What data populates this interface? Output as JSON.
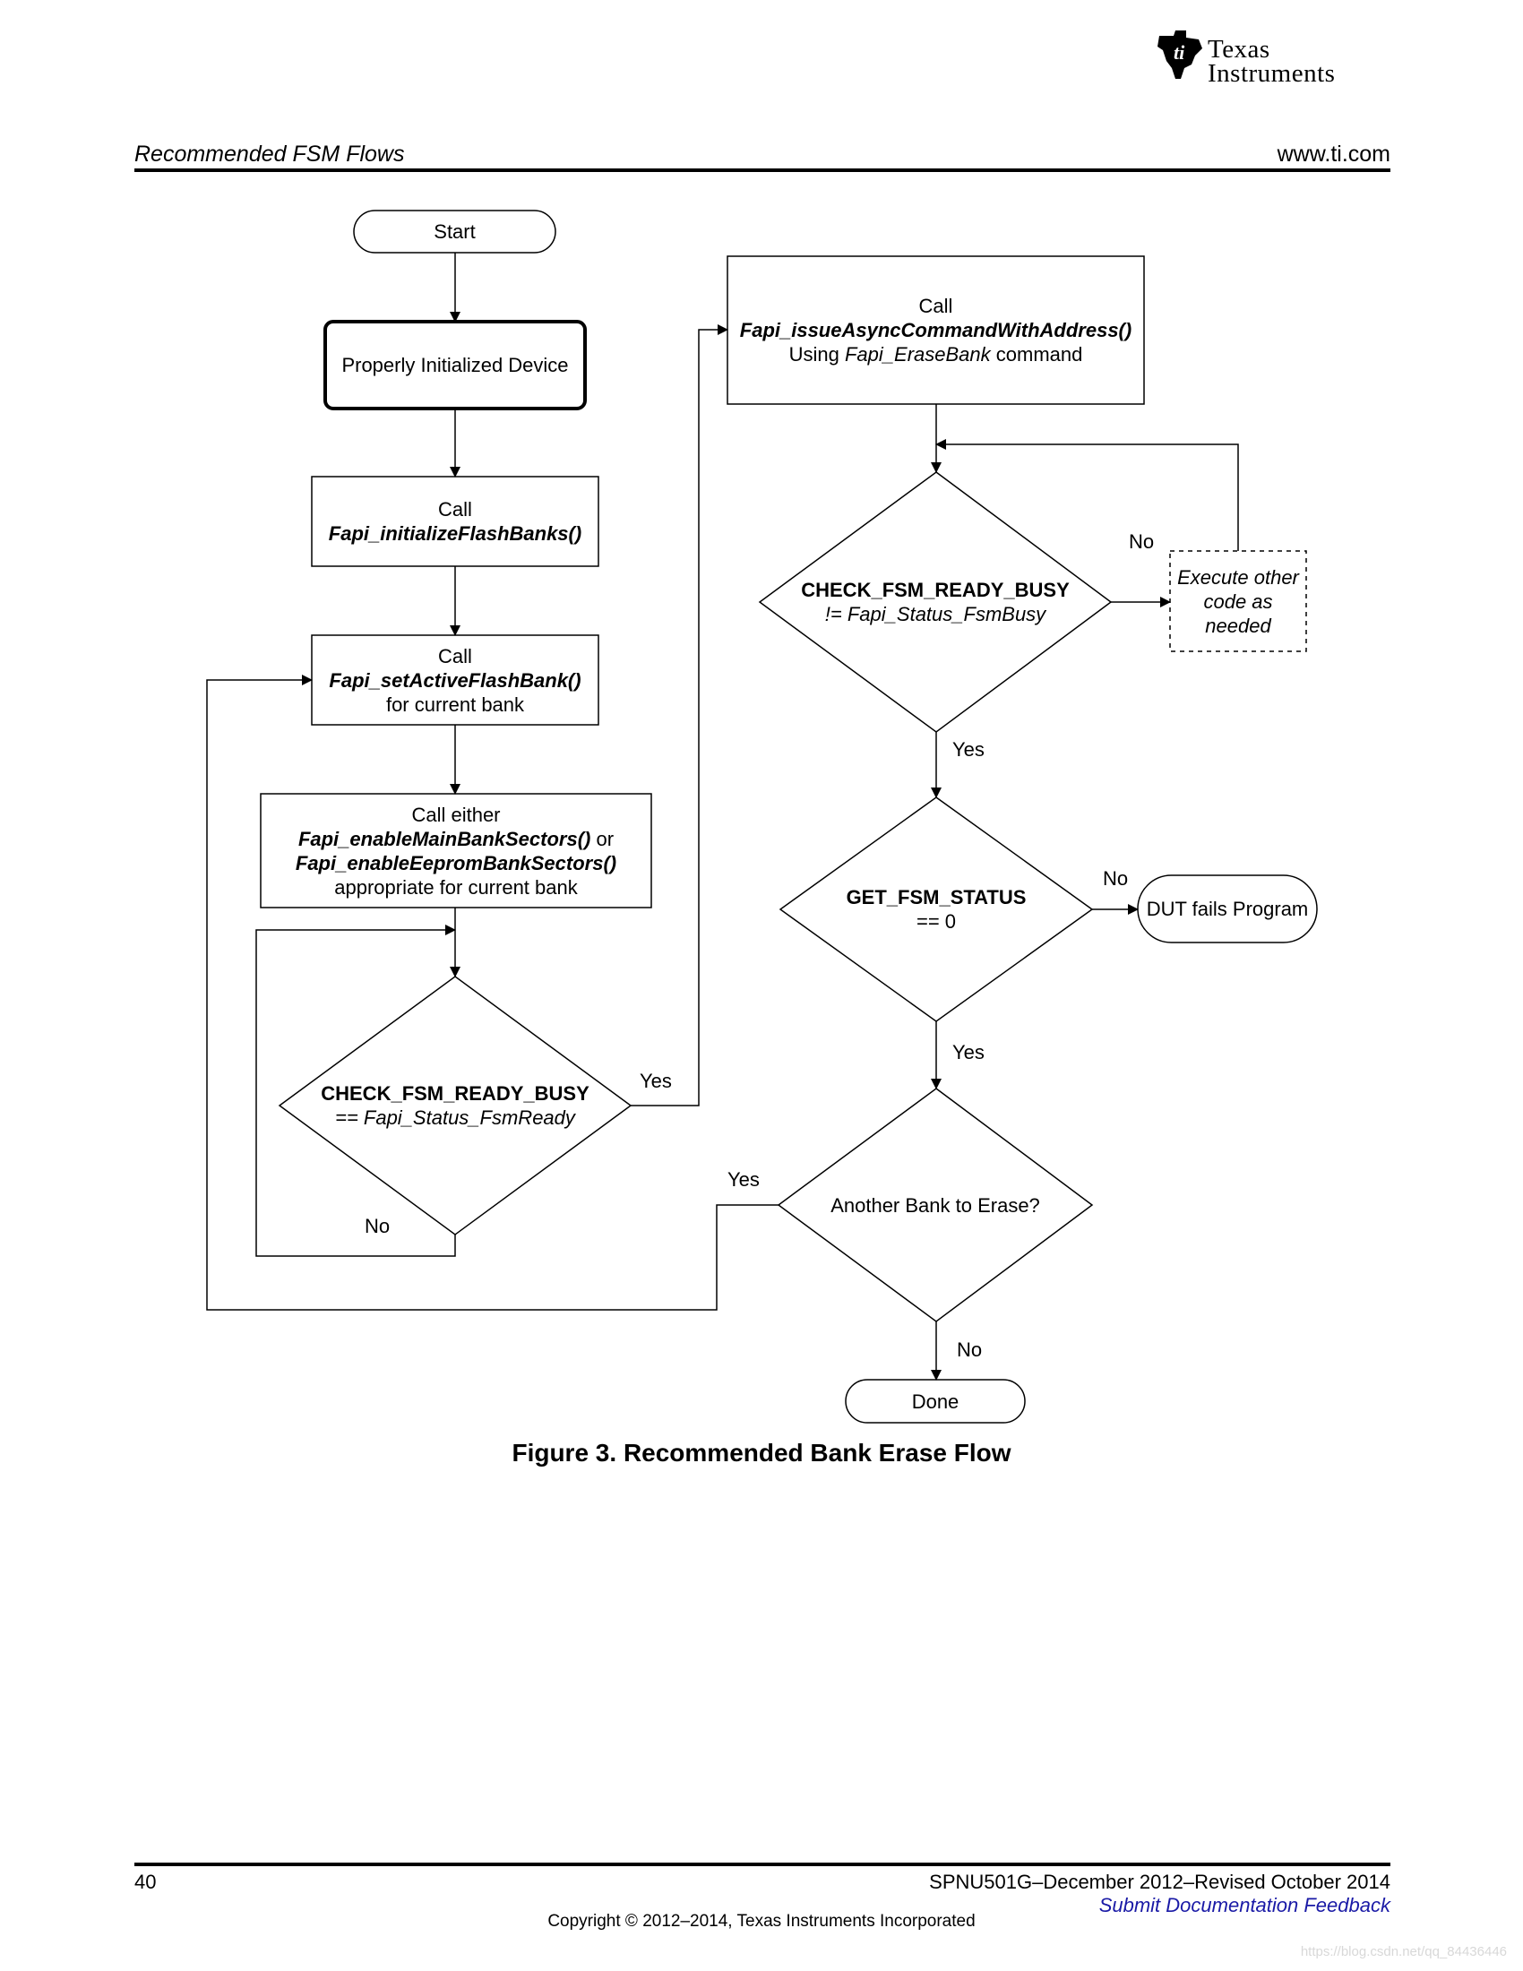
{
  "header": {
    "logo_line1": "Texas",
    "logo_line2": "Instruments",
    "section": "Recommended FSM Flows",
    "site": "www.ti.com"
  },
  "flow": {
    "start": "Start",
    "init_device": "Properly Initialized Device",
    "init_banks": {
      "line1": "Call",
      "line2": "Fapi_initializeFlashBanks()"
    },
    "set_active": {
      "line1": "Call",
      "line2": "Fapi_setActiveFlashBank()",
      "line3": "for current bank"
    },
    "enable_sectors": {
      "line1": "Call either",
      "line2a": "Fapi_enableMainBankSectors()",
      "line2b": " or",
      "line3": "Fapi_enableEepromBankSectors()",
      "line4": "appropriate for current bank"
    },
    "check_ready": {
      "line1": "CHECK_FSM_READY_BUSY",
      "line2": "== Fapi_Status_FsmReady"
    },
    "issue_cmd": {
      "line1": "Call",
      "line2": "Fapi_issueAsyncCommandWithAddress()",
      "line3a": "Using ",
      "line3b": "Fapi_EraseBank",
      "line3c": " command"
    },
    "check_busy": {
      "line1": "CHECK_FSM_READY_BUSY",
      "line2": "!= Fapi_Status_FsmBusy"
    },
    "execute_other": {
      "line1": "Execute other",
      "line2": "code as",
      "line3": "needed"
    },
    "get_status": {
      "line1": "GET_FSM_STATUS",
      "line2": "== 0"
    },
    "dut_fails": "DUT fails Program",
    "another_bank": "Another Bank to Erase?",
    "done": "Done",
    "labels": {
      "yes_ready": "Yes",
      "no_ready": "No",
      "no_busy": "No",
      "yes_busy": "Yes",
      "no_status": "No",
      "yes_status": "Yes",
      "yes_another": "Yes",
      "no_another": "No"
    }
  },
  "caption": "Figure 3. Recommended Bank Erase Flow",
  "footer": {
    "page_number": "40",
    "doc_id": "SPNU501G–December 2012–Revised October 2014",
    "feedback": "Submit Documentation Feedback",
    "copyright": "Copyright © 2012–2014, Texas Instruments Incorporated",
    "watermark": "https://blog.csdn.net/qq_84436446"
  }
}
